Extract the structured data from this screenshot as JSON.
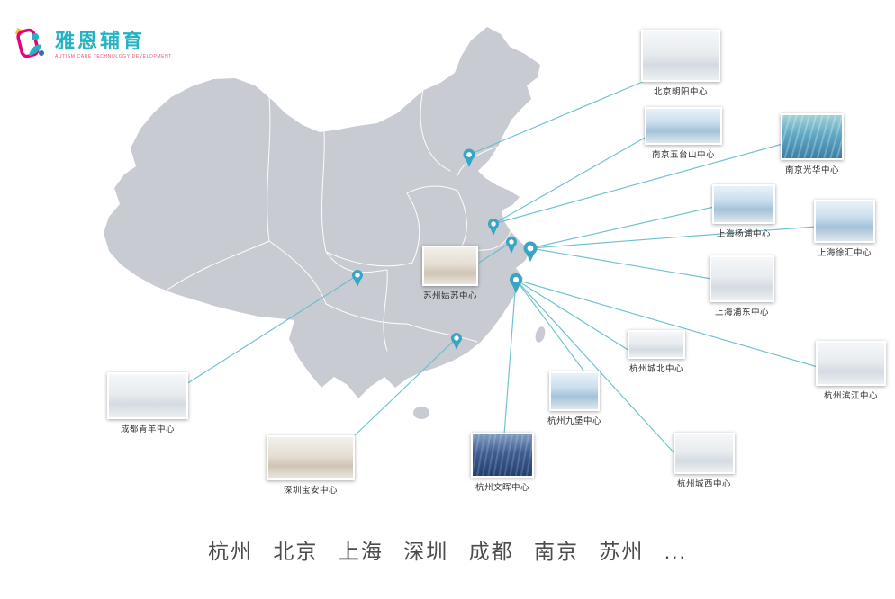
{
  "logo": {
    "name": "雅恩辅育",
    "tagline": "AUTISM CARE TECHNOLOGY DEVELOPMENT"
  },
  "centers": [
    {
      "label": "北京朝阳中心"
    },
    {
      "label": "南京五台山中心"
    },
    {
      "label": "南京光华中心"
    },
    {
      "label": "上海杨浦中心"
    },
    {
      "label": "上海徐汇中心"
    },
    {
      "label": "上海浦东中心"
    },
    {
      "label": "苏州姑苏中心"
    },
    {
      "label": "杭州城北中心"
    },
    {
      "label": "杭州滨江中心"
    },
    {
      "label": "杭州九堡中心"
    },
    {
      "label": "杭州文晖中心"
    },
    {
      "label": "杭州城西中心"
    },
    {
      "label": "深圳宝安中心"
    },
    {
      "label": "成都青羊中心"
    }
  ],
  "footer": {
    "cities": "杭州 北京 上海 深圳 成都 南京 苏州 ..."
  },
  "icons": {
    "map_pin": "drop-pin",
    "logo_mark": "colorful-figure-mark"
  },
  "colors": {
    "accent_teal": "#25b3c3",
    "pin": "#38a5c4",
    "connector": "#62bccd",
    "map_fill": "#c8ccd2",
    "footer_text": "#4c4c4c"
  }
}
